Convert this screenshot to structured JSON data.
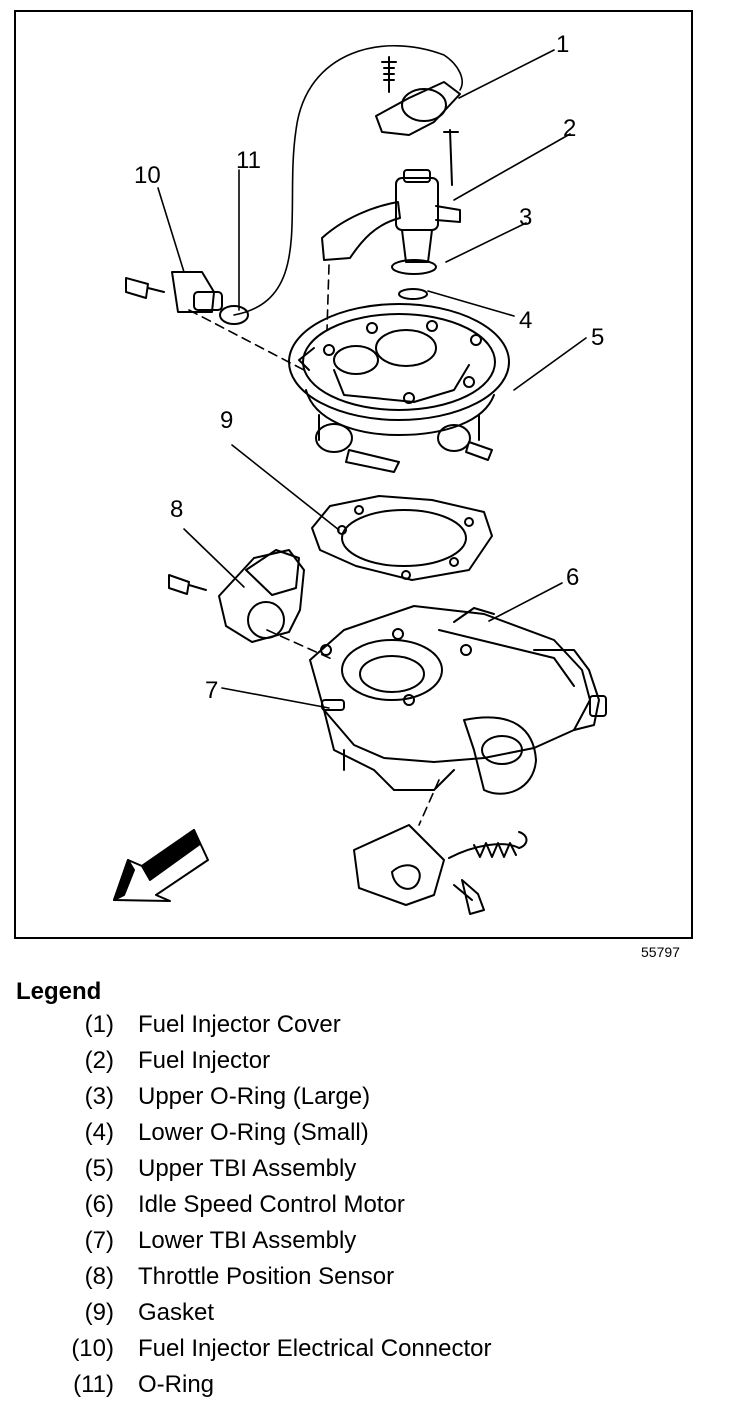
{
  "figure": {
    "id": "55797",
    "callouts": [
      "1",
      "2",
      "3",
      "4",
      "5",
      "6",
      "7",
      "8",
      "9",
      "10",
      "11"
    ]
  },
  "legend": {
    "title": "Legend",
    "items": [
      {
        "num": "(1)",
        "label": "Fuel Injector Cover"
      },
      {
        "num": "(2)",
        "label": "Fuel Injector"
      },
      {
        "num": "(3)",
        "label": "Upper O-Ring (Large)"
      },
      {
        "num": "(4)",
        "label": "Lower O-Ring (Small)"
      },
      {
        "num": "(5)",
        "label": "Upper TBI Assembly"
      },
      {
        "num": "(6)",
        "label": "Idle Speed Control Motor"
      },
      {
        "num": "(7)",
        "label": "Lower TBI Assembly"
      },
      {
        "num": "(8)",
        "label": "Throttle Position Sensor"
      },
      {
        "num": "(9)",
        "label": "Gasket"
      },
      {
        "num": "(10)",
        "label": "Fuel Injector Electrical Connector"
      },
      {
        "num": "(11)",
        "label": "O-Ring"
      }
    ]
  },
  "colors": {
    "ink": "#000000",
    "paper": "#ffffff"
  }
}
